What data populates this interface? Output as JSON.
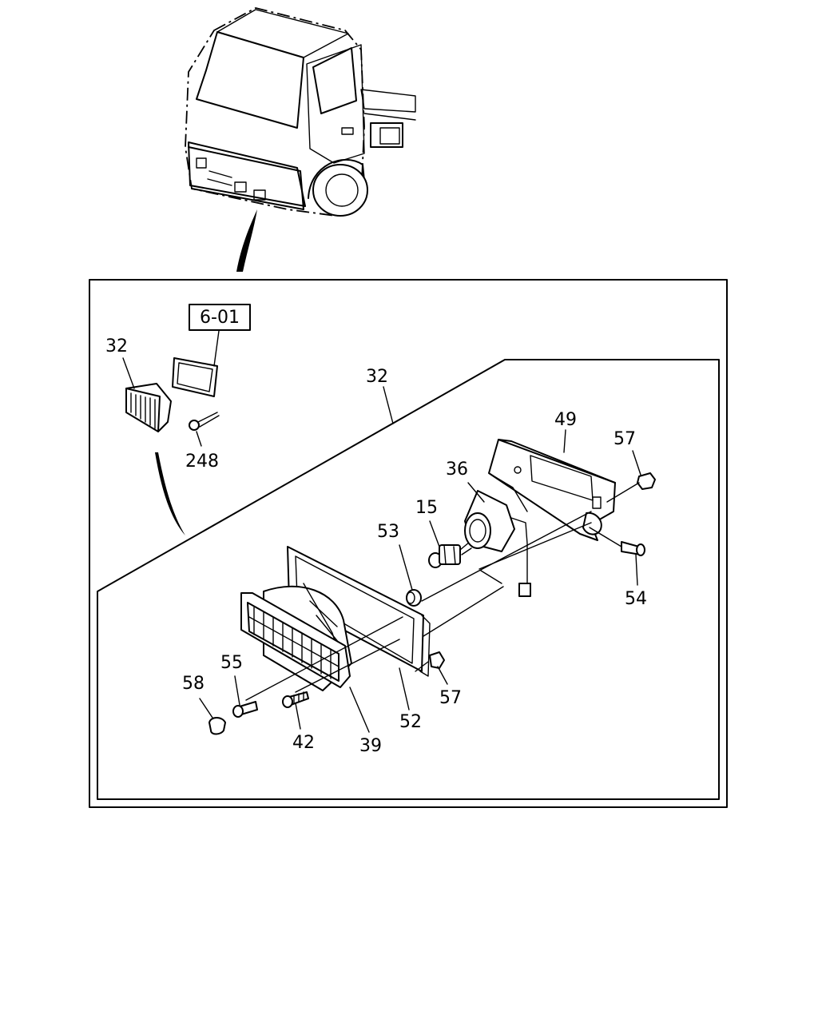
{
  "reference_box": {
    "text": "6-01"
  },
  "callouts": {
    "c32_small": "32",
    "c248": "248",
    "c32_main": "32",
    "c49": "49",
    "c57_top": "57",
    "c36": "36",
    "c15": "15",
    "c53": "53",
    "c54": "54",
    "c55": "55",
    "c58": "58",
    "c42": "42",
    "c39": "39",
    "c52": "52",
    "c57_bottom": "57"
  }
}
